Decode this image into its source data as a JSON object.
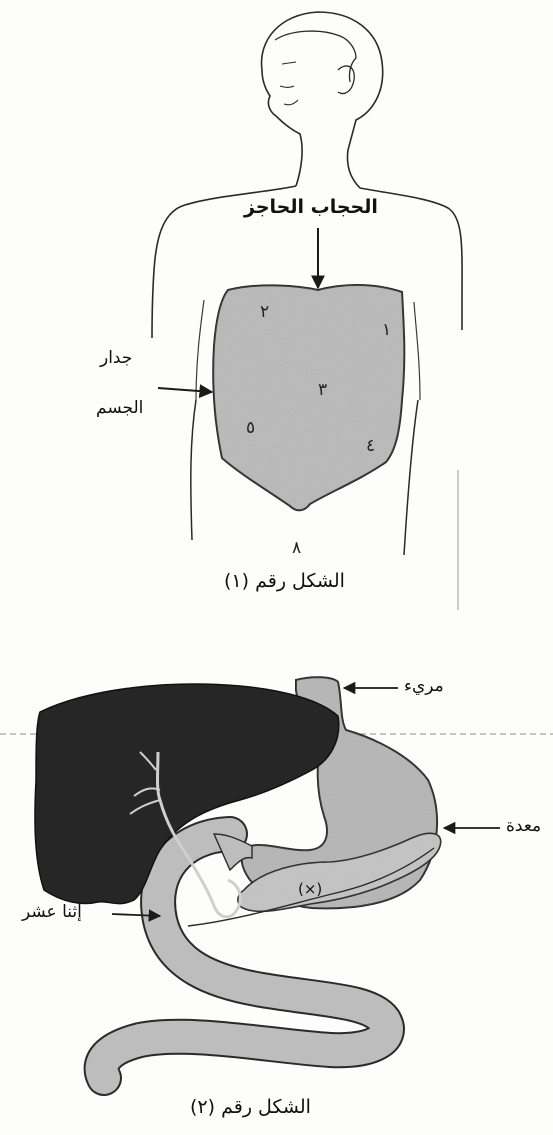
{
  "figure1": {
    "caption": "الشكل رقم (١)",
    "labels": {
      "diaphragm": "الحجاب الحاجز",
      "body_wall_line1": "جدار",
      "body_wall_line2": "الجسم"
    },
    "region_numbers": [
      "١",
      "٢",
      "٣",
      "٤",
      "٥"
    ],
    "mark_below": "٨"
  },
  "figure2": {
    "caption": "الشكل رقم (٢)",
    "labels": {
      "esophagus": "مريء",
      "stomach": "معدة",
      "duodenum": "إثنا عشر",
      "pancreas_mark": "(×)"
    }
  },
  "colors": {
    "stipple": "#b8b8b8",
    "liver": "#262626",
    "ink": "#1a1a1a",
    "paper": "#fdfdfb"
  }
}
